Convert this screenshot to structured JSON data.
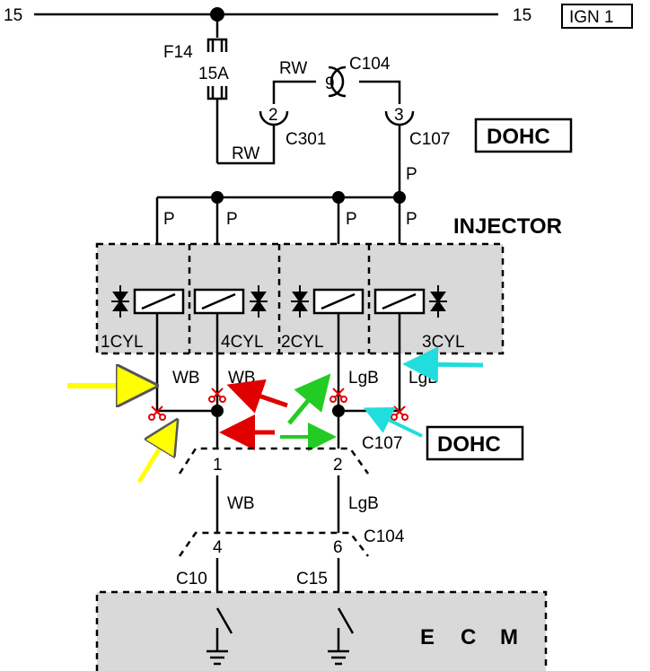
{
  "labels": {
    "bus_left": "15",
    "bus_right": "15",
    "ign": "IGN 1",
    "fuse_name": "F14",
    "fuse_rating": "15A",
    "rw_top": "RW",
    "rw_bottom": "RW",
    "c104_top": "C104",
    "pin_9": "9",
    "pin_2_top": "2",
    "c301": "C301",
    "pin_3_top": "3",
    "c107_top": "C107",
    "dohc_top": "DOHC",
    "p_riser": "P",
    "p_1": "P",
    "p_2": "P",
    "p_3": "P",
    "p_4": "P",
    "injector": "INJECTOR",
    "cyl_1": "1CYL",
    "cyl_4": "4CYL",
    "cyl_2": "2CYL",
    "cyl_3": "3CYL",
    "wb_left": "WB",
    "wb_right": "WB",
    "lgb_left": "LgB",
    "lgb_right": "LgB",
    "c107_mid": "C107",
    "dohc_mid": "DOHC",
    "pin_1": "1",
    "pin_2_mid": "2",
    "wb_mid": "WB",
    "lgb_mid": "LgB",
    "pin_4": "4",
    "pin_6": "6",
    "c104_bottom": "C104",
    "c10": "C10",
    "c15": "C15",
    "ecm_e": "E",
    "ecm_c": "C",
    "ecm_m": "M"
  },
  "colors": {
    "wire": "#000000",
    "injector_box": "#d9d9d9",
    "ecm_box": "#d9d9d9",
    "arrow_yellow": "#ffff00",
    "arrow_red": "#e00000",
    "arrow_green": "#22cc22",
    "arrow_cyan": "#22dddd",
    "scissors": "#e00000"
  },
  "icons": {
    "cut_marker": "scissors-icon",
    "injector_valve": "valve-symbol-icon",
    "ground": "ground-icon",
    "fuse": "fuse-icon"
  }
}
